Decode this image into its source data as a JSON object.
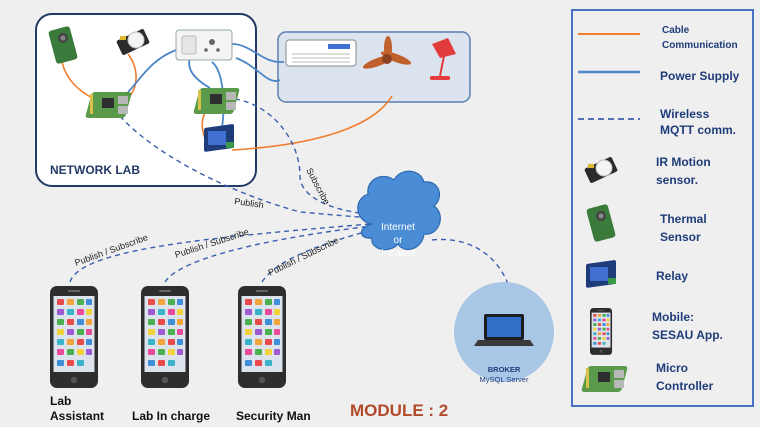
{
  "colors": {
    "cable": "#f07c2e",
    "power": "#4a86c8",
    "wireless": "#3a5fb0",
    "frame": "#243a66",
    "legend_border": "#4a72c4",
    "title": "#b24a2a",
    "cloud": "#4a8cd6",
    "broker": "#a8c6e6"
  },
  "network_lab": {
    "label": "NETWORK LAB"
  },
  "cloud": {
    "line1": "Internet",
    "line2": "or",
    "line3": "Intranet"
  },
  "broker": {
    "line1": "BROKER",
    "line2": "MySQL Server"
  },
  "module_title": "MODULE : 2",
  "connections": {
    "publish": "Publish",
    "subscribe": "Subscribe",
    "pub_sub": "Publish / Subscribe"
  },
  "mobiles": [
    {
      "label_line1": "Lab",
      "label_line2": "Assistant"
    },
    {
      "label_line1": "Lab In charge",
      "label_line2": ""
    },
    {
      "label_line1": "Security Man",
      "label_line2": ""
    }
  ],
  "legend": {
    "items": [
      {
        "icon": "orange-line",
        "line1": "Cable",
        "line2": "Communication"
      },
      {
        "icon": "blue-line",
        "line1": "Power Supply",
        "line2": ""
      },
      {
        "icon": "dashed-line",
        "line1": "Wireless",
        "line2": "MQTT comm."
      },
      {
        "icon": "ir-motion-sensor-icon",
        "line1": "IR Motion",
        "line2": "sensor."
      },
      {
        "icon": "thermal-sensor-icon",
        "line1": "Thermal",
        "line2": "Sensor"
      },
      {
        "icon": "relay-icon",
        "line1": "Relay",
        "line2": ""
      },
      {
        "icon": "mobile-icon",
        "line1": "Mobile:",
        "line2": "SESAU App."
      },
      {
        "icon": "microcontroller-icon",
        "line1": "Micro",
        "line2": "Controller"
      }
    ]
  }
}
